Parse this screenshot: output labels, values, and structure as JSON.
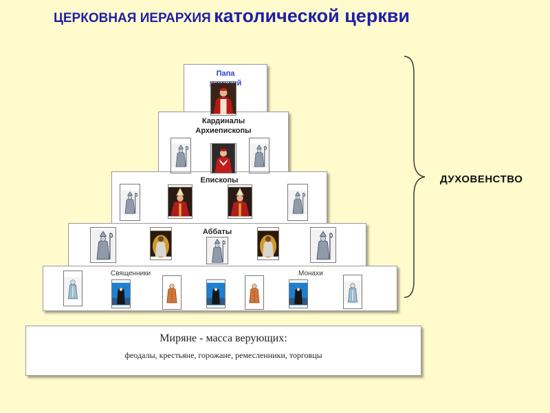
{
  "title": {
    "part1": "ЦЕРКОВНАЯ ИЕРАРХИЯ",
    "part2": "католической церкви"
  },
  "tiers": {
    "pope": "Папа римский",
    "cardinals_line1": "Кардиналы",
    "cardinals_line2": "Архиепископы",
    "bishops": "Епископы",
    "abbots": "Аббаты",
    "priests": "Священники",
    "monks": "Монахи"
  },
  "clergy_label": "ДУХОВЕНСТВО",
  "laity": {
    "line1": "Миряне  -  масса верующих:",
    "line2": "феодалы, крестьяне, горожане, ремесленники, торговцы"
  },
  "icons": {
    "pope": "pope-portrait-icon",
    "cardinal": "cardinal-portrait-icon",
    "archbishop": "archbishop-figure-icon",
    "bishop": "bishop-mitre-icon",
    "abbot": "abbot-figure-icon",
    "priest": "priest-figure-icon",
    "monk": "monk-figure-icon",
    "nun": "nun-figure-icon"
  },
  "colors": {
    "title": "#1f1fa8",
    "background": "#fffbcc"
  }
}
